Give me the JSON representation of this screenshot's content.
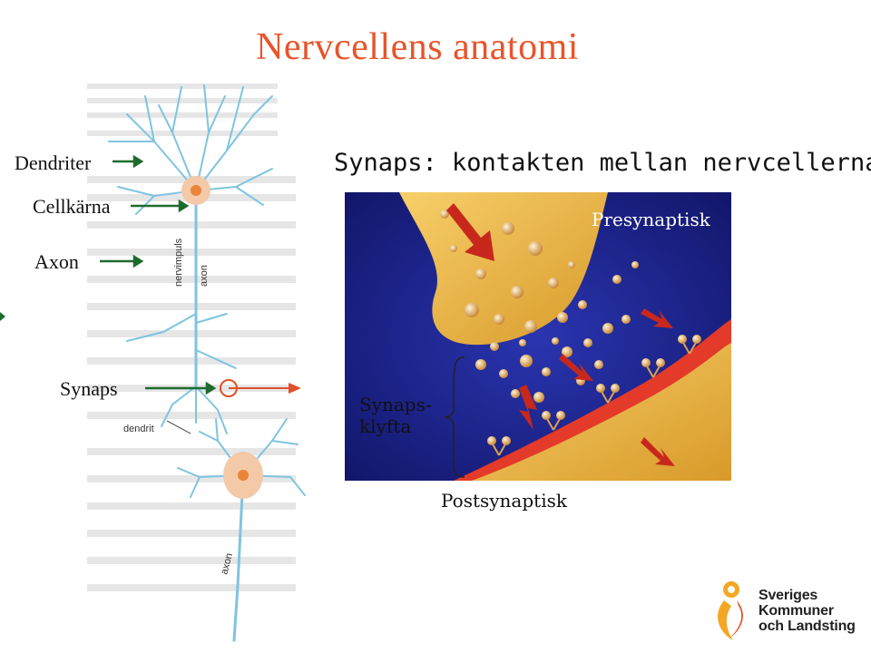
{
  "title": "Nervcellens anatomi",
  "neuron_labels": {
    "dendriter": "Dendriter",
    "cellkarna": "Cellkärna",
    "axon": "Axon",
    "synaps": "Synaps"
  },
  "figure_labels": {
    "nervimpuls": "nervimpuls",
    "axon": "axon",
    "dendrit": "dendrit"
  },
  "synapse": {
    "heading": "Synaps: kontakten mellan nervcellerna",
    "presynaptic": "Presynaptisk",
    "cleft_line1": "Synaps-",
    "cleft_line2": "klyfta",
    "postsynaptic": "Postsynaptisk"
  },
  "logo": {
    "line1": "Sveriges",
    "line2": "Kommuner",
    "line3": "och Landsting"
  },
  "colors": {
    "title": "#e8542a",
    "neuron": "#7fc4e0",
    "synapse_bg": "#1b1f8a",
    "terminal": "#f2b63c",
    "arrow_label": "#1d6b2e",
    "signal_arrow": "#e0502a",
    "logo_accent": "#f5a623"
  },
  "icons": {
    "pointer_arrows": "arrow-right-icon",
    "logo": "skl-logo-icon"
  }
}
